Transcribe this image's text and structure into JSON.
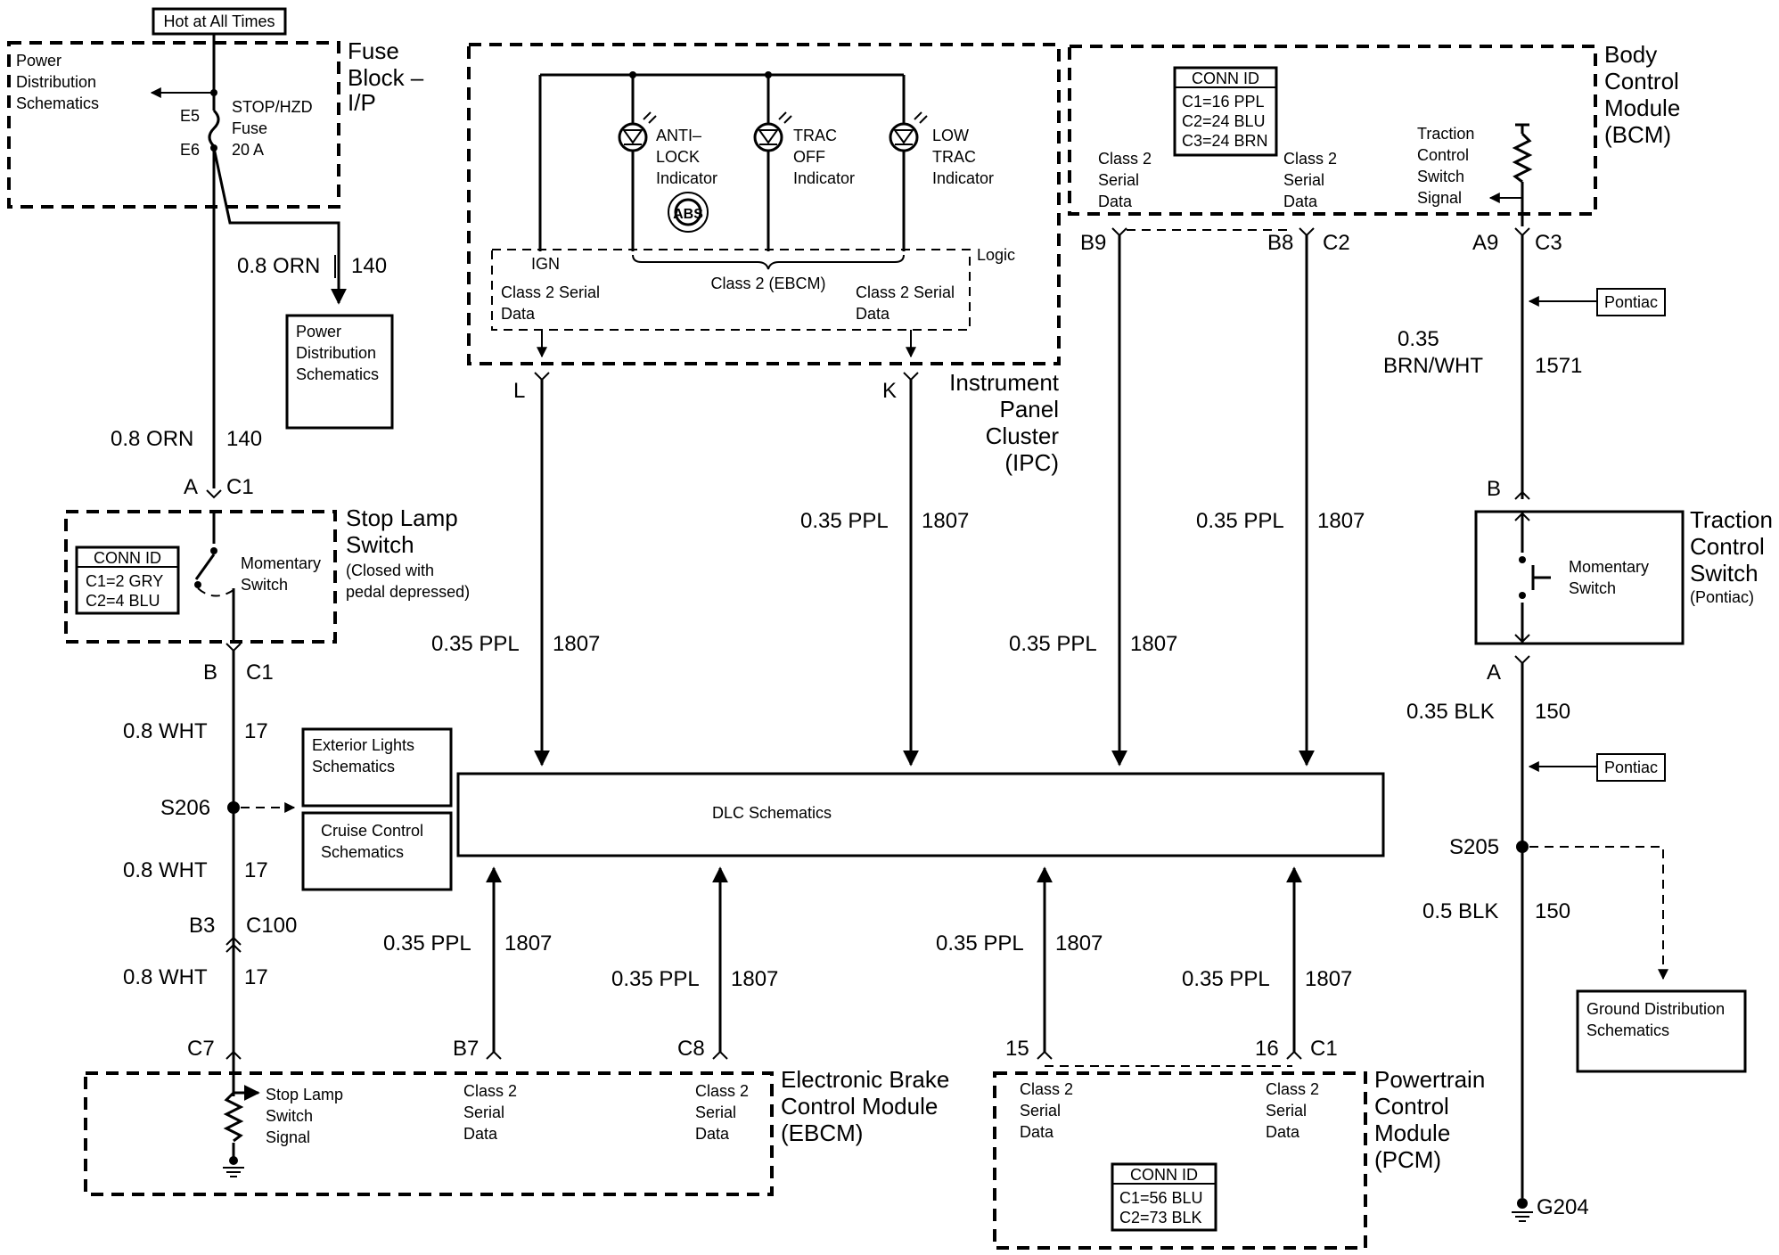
{
  "hot": "Hot at All Times",
  "fuse": {
    "ref": [
      "Power",
      "Distribution",
      "Schematics"
    ],
    "title": [
      "Fuse",
      "Block –",
      "I/P"
    ],
    "e5": "E5",
    "e6": "E6",
    "name": [
      "STOP/HZD",
      "Fuse",
      "20 A"
    ],
    "w1_size": "0.8 ORN",
    "w1_num": "140",
    "ref2": [
      "Power",
      "Distribution",
      "Schematics"
    ]
  },
  "stoplamp": {
    "w_size": "0.8 ORN",
    "w_num": "140",
    "pinA": "A",
    "c1a": "C1",
    "conn_title": "CONN ID",
    "conn1": "C1=2 GRY",
    "conn2": "C2=4 BLU",
    "sw": [
      "Momentary",
      "Switch"
    ],
    "title": [
      "Stop Lamp",
      "Switch"
    ],
    "note": [
      "(Closed with",
      "pedal depressed)"
    ],
    "pinB": "B",
    "c1b": "C1",
    "w2_size": "0.8 WHT",
    "w2_num": "17",
    "ext": [
      "Exterior Lights",
      "Schematics"
    ],
    "s206": "S206",
    "cruise": [
      "Cruise Control",
      "Schematics"
    ],
    "w3_size": "0.8 WHT",
    "w3_num": "17",
    "b3": "B3",
    "c100": "C100",
    "w4_size": "0.8 WHT",
    "w4_num": "17",
    "c7": "C7"
  },
  "ipc": {
    "abs": [
      "ANTI–",
      "LOCK",
      "Indicator"
    ],
    "abs_sym": "ABS",
    "trac": [
      "TRAC",
      "OFF",
      "Indicator"
    ],
    "low": [
      "LOW",
      "TRAC",
      "Indicator"
    ],
    "ign": "IGN",
    "logic": "Logic",
    "c2e": "Class 2 (EBCM)",
    "csd_l": [
      "Class 2 Serial",
      "Data"
    ],
    "csd_r": [
      "Class 2 Serial",
      "Data"
    ],
    "pinL": "L",
    "pinK": "K",
    "title": [
      "Instrument",
      "Panel",
      "Cluster",
      "(IPC)"
    ]
  },
  "bcm": {
    "conn_title": "CONN ID",
    "conn": [
      "C1=16 PPL",
      "C2=24 BLU",
      "C3=24 BRN"
    ],
    "csd1": [
      "Class 2",
      "Serial",
      "Data"
    ],
    "csd2": [
      "Class 2",
      "Serial",
      "Data"
    ],
    "tcs": [
      "Traction",
      "Control",
      "Switch",
      "Signal"
    ],
    "title": [
      "Body",
      "Control",
      "Module",
      "(BCM)"
    ],
    "b9": "B9",
    "b8": "B8",
    "c2": "C2",
    "a9": "A9",
    "c3": "C3"
  },
  "wires": {
    "ppl": "0.35 PPL",
    "n1807": "1807"
  },
  "tcs": {
    "pontiac1": "Pontiac",
    "w1_size1": "0.35",
    "w1_size2": "BRN/WHT",
    "w1_num": "1571",
    "pinB": "B",
    "sw": [
      "Momentary",
      "Switch"
    ],
    "title": [
      "Traction",
      "Control",
      "Switch",
      "(Pontiac)"
    ],
    "pinA": "A",
    "w2_size": "0.35 BLK",
    "w2_num": "150",
    "pontiac2": "Pontiac",
    "s205": "S205",
    "w3_size": "0.5 BLK",
    "w3_num": "150",
    "gnd": [
      "Ground Distribution",
      "Schematics"
    ],
    "g204": "G204"
  },
  "dlc": "DLC Schematics",
  "ebcm": {
    "b7": "B7",
    "c8": "C8",
    "sls": [
      "Stop Lamp",
      "Switch",
      "Signal"
    ],
    "csd1": [
      "Class 2",
      "Serial",
      "Data"
    ],
    "csd2": [
      "Class 2",
      "Serial",
      "Data"
    ],
    "title": [
      "Electronic Brake",
      "Control Module",
      "(EBCM)"
    ]
  },
  "pcm": {
    "p15": "15",
    "p16": "16",
    "c1": "C1",
    "csd1": [
      "Class 2",
      "Serial",
      "Data"
    ],
    "csd2": [
      "Class 2",
      "Serial",
      "Data"
    ],
    "conn_title": "CONN ID",
    "conn1": "C1=56 BLU",
    "conn2": "C2=73 BLK",
    "title": [
      "Powertrain",
      "Control",
      "Module",
      "(PCM)"
    ]
  }
}
